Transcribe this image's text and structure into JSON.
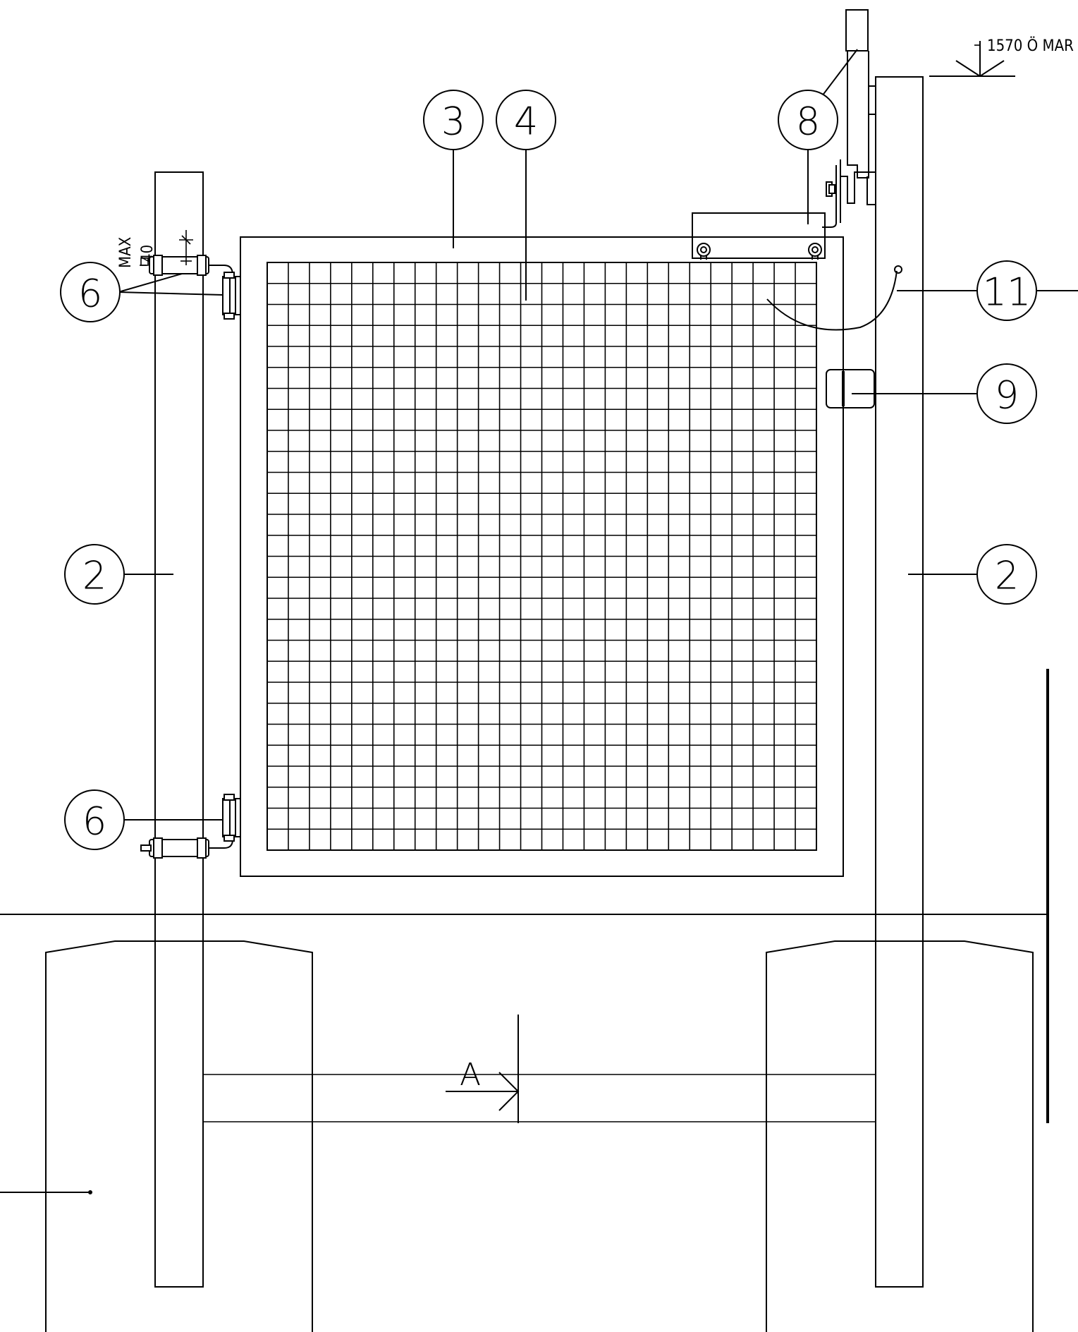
{
  "callouts": {
    "c3": "3",
    "c4": "4",
    "c8": "8",
    "c6_top": "6",
    "c6_bottom": "6",
    "c11": "11",
    "c9": "9",
    "c2_left": "2",
    "c2_right": "2"
  },
  "labels": {
    "elevation": "1570 Ö MAR",
    "max": "MAX",
    "max_value": "40",
    "section_marker": "A"
  }
}
